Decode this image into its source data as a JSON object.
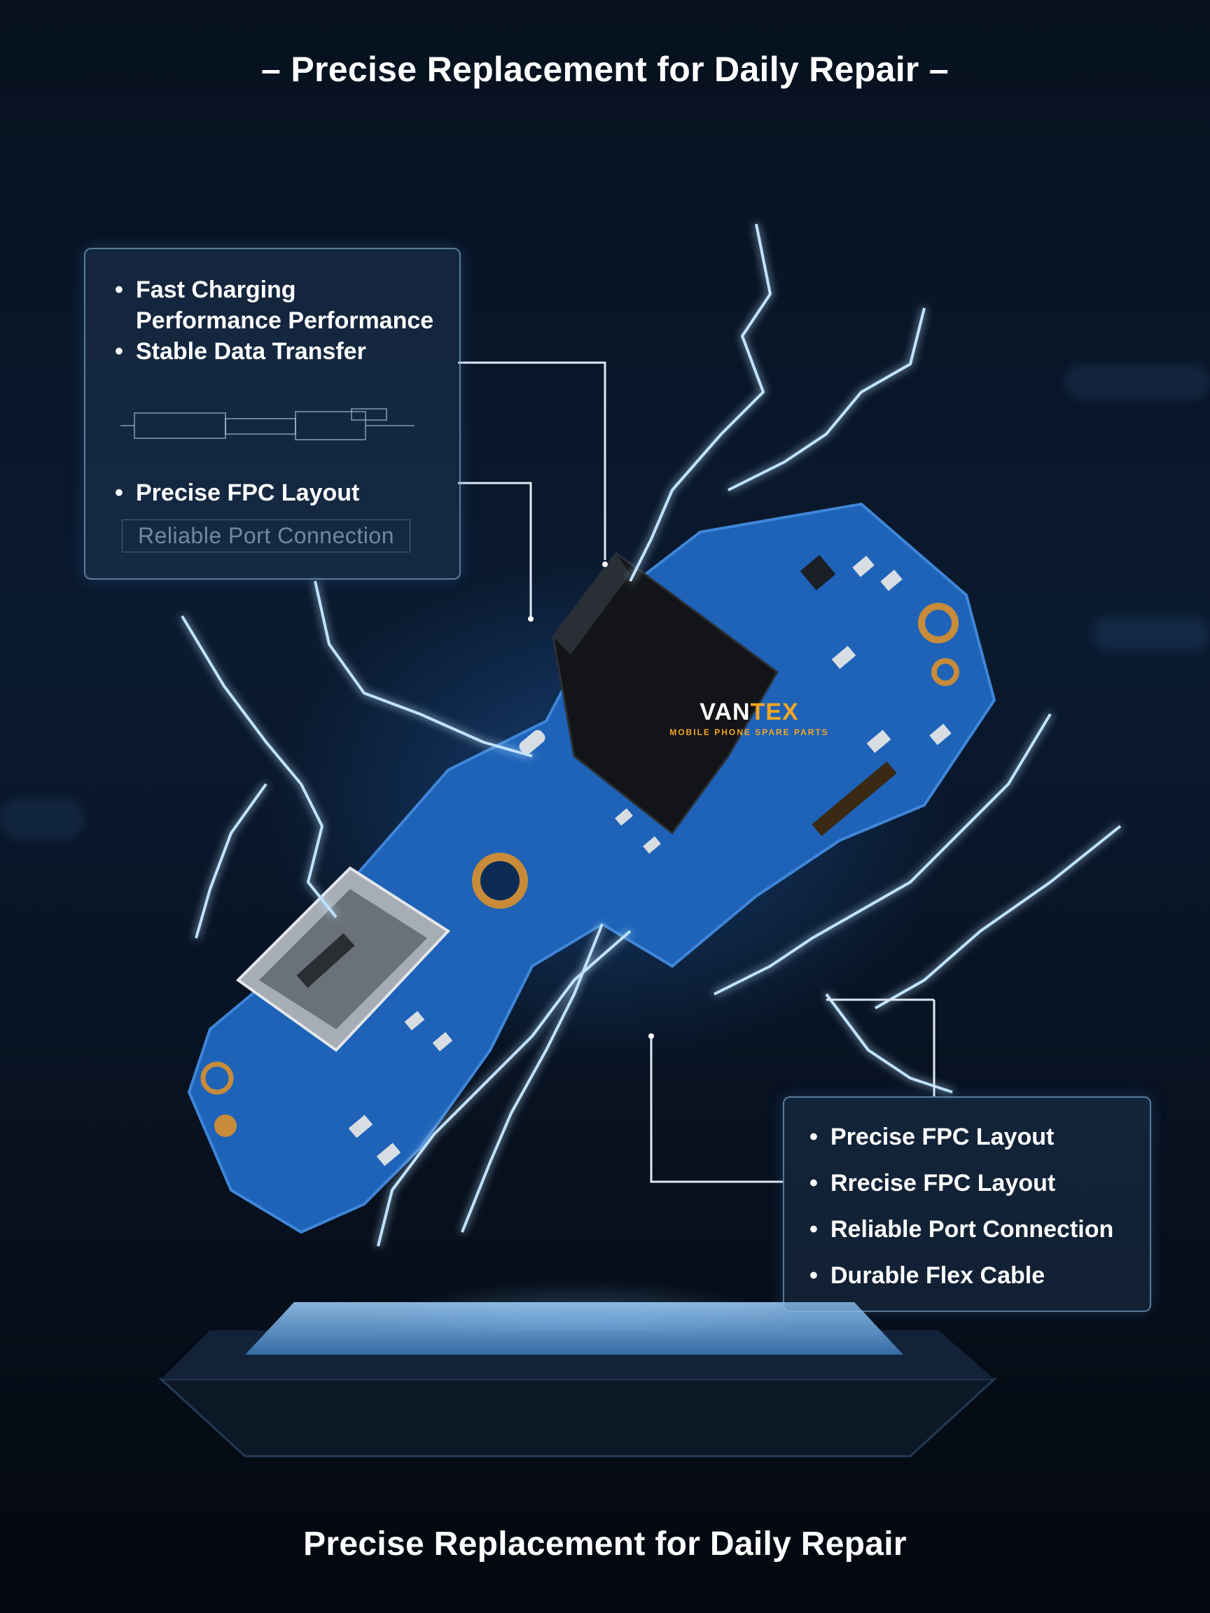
{
  "title_top": "– Precise Replacement for Daily Repair –",
  "title_bottom": "Precise Replacement for Daily Repair",
  "panel_left": {
    "items": [
      "Fast Charging Performance Performance",
      "Stable Data Transfer",
      "Precise FPC Layout"
    ],
    "faded_text": "Reliable Port Connection"
  },
  "panel_right": {
    "items": [
      "Precise FPC Layout",
      "Rrecise FPC Layout",
      "Reliable Port Connection",
      "Durable Flex Cable"
    ]
  },
  "watermark": {
    "name_part1": "VAN",
    "name_part2": "TEX",
    "subtitle": "MOBILE PHONE SPARE PARTS"
  },
  "colors": {
    "background": "#050b16",
    "pcb_blue": "#1e63b8",
    "lightning": "#9fd4ff",
    "accent_orange": "#f5a623"
  }
}
